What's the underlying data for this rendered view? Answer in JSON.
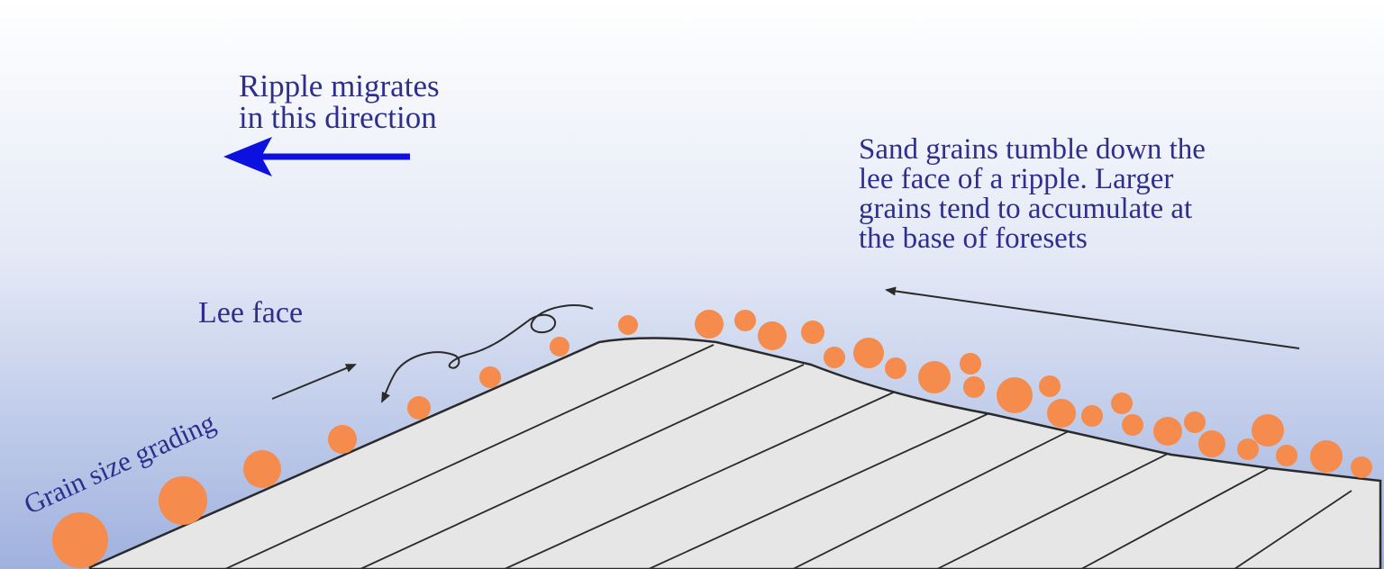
{
  "labels": {
    "migrate": [
      "Ripple migrates",
      "in this direction"
    ],
    "sand": [
      "Sand grains tumble down the",
      "lee face of a ripple. Larger",
      "grains tend to accumulate at",
      "the base of foresets"
    ],
    "lee_face": "Lee face",
    "grain_grading": "Grain size grading"
  },
  "colors": {
    "text": "#2e2f8c",
    "migration_arrow": "#0d11e0",
    "grain": "#f58b4c",
    "ripple_fill": "#e6e6e6",
    "ripple_stroke": "#2a2a2a",
    "background_top": "#ffffff",
    "background_bottom": "#9fb1de"
  }
}
